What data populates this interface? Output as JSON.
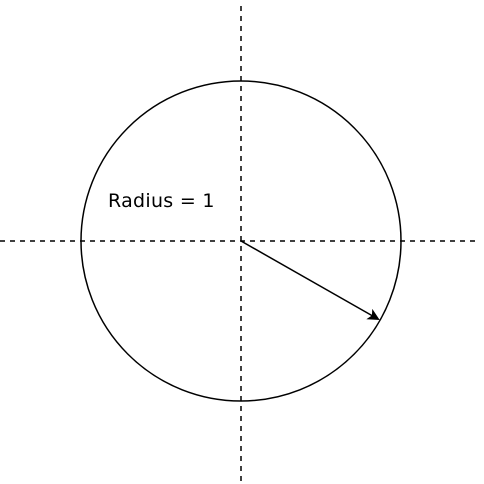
{
  "diagram": {
    "label": "Radius = 1",
    "radius_value": 1,
    "stroke_color": "#000000",
    "background_color": "#ffffff",
    "elements": {
      "circle": "unit-circle",
      "axes": [
        "horizontal-dashed-axis",
        "vertical-dashed-axis"
      ],
      "arrow": "radius-arrow"
    }
  }
}
